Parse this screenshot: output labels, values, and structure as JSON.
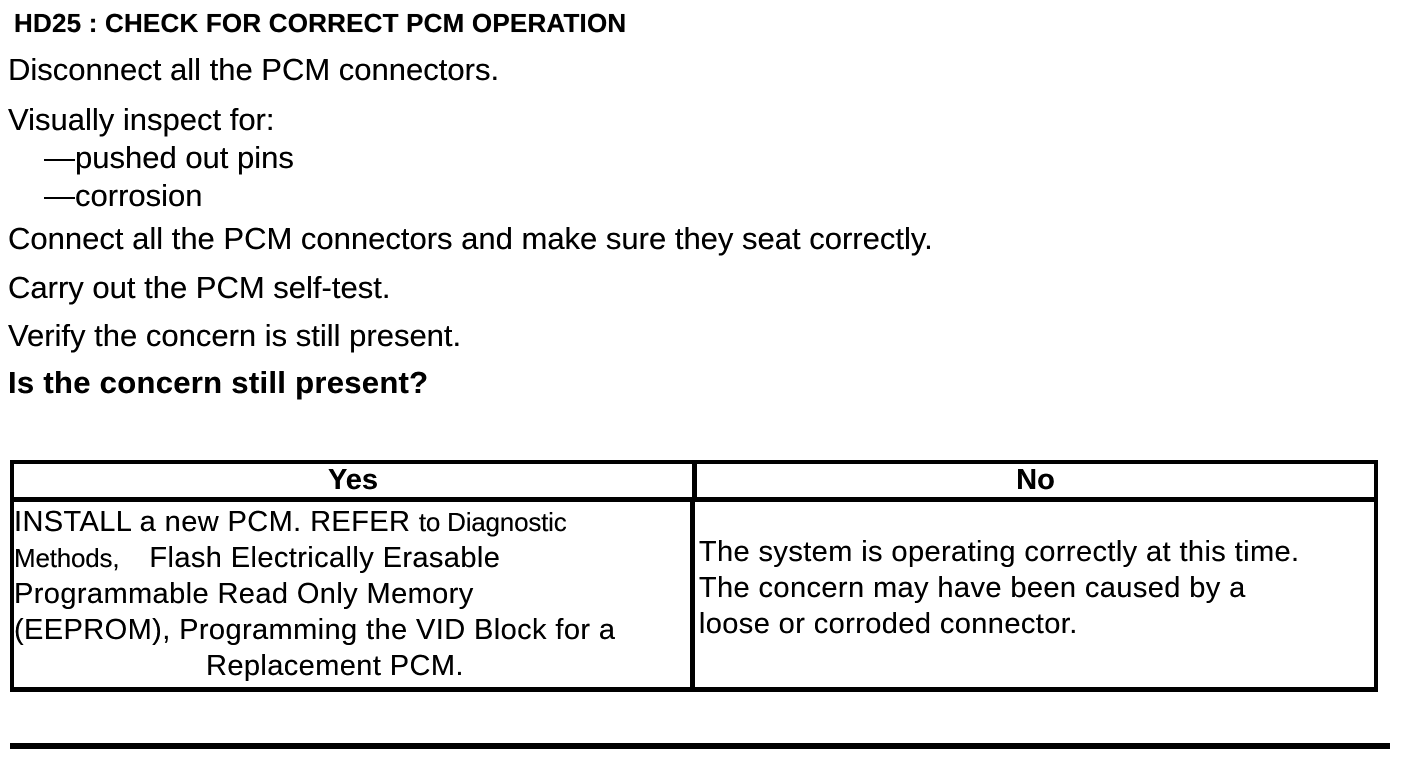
{
  "colors": {
    "text": "#000000",
    "background": "#ffffff",
    "table_border": "#000000"
  },
  "document": {
    "title": "HD25 : CHECK FOR CORRECT PCM OPERATION",
    "steps": [
      "Disconnect all the PCM connectors.",
      "Visually inspect for:",
      "—pushed out pins",
      "—corrosion",
      "Connect all the PCM connectors and make sure they seat correctly.",
      "Carry out the PCM self-test.",
      "Verify the concern is still present."
    ],
    "question": "Is the concern still present?"
  },
  "decision_table": {
    "yes_header": "Yes",
    "no_header": "No",
    "yes_cell": {
      "line1_regular": "INSTALL a new PCM. REFER ",
      "line1_condensed": "to Diagnostic",
      "line2_condensed": "Methods,",
      "line2_regular": "Flash Electrically Erasable",
      "line3": "Programmable Read Only Memory",
      "line4": "(EEPROM), Programming the VID Block for a",
      "line5": "Replacement PCM."
    },
    "no_cell": {
      "line1": "The system is operating correctly at this time.",
      "line2": "The concern may have been caused by a",
      "line3": "loose or corroded connector."
    }
  }
}
